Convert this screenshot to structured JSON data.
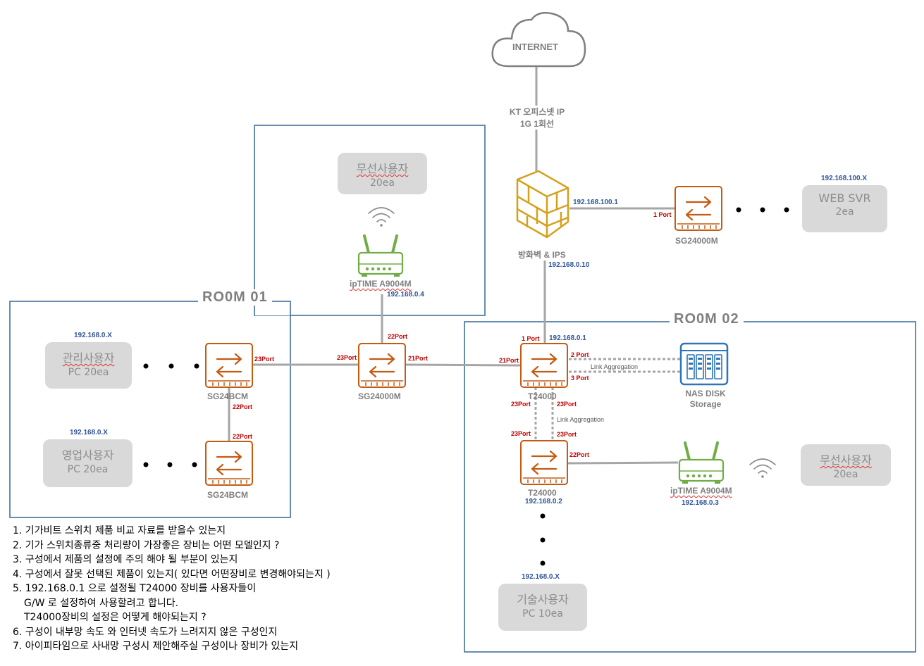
{
  "internet": {
    "label": "INTERNET",
    "isp_line1": "KT 오피스넷 IP",
    "isp_line2": "1G 1회선"
  },
  "firewall": {
    "label": "방화벽 & IPS",
    "ip_dmz": "192.168.100.1",
    "ip_lan": "192.168.0.10"
  },
  "rooms": {
    "room1": "RO0M 01",
    "room2": "RO0M 02"
  },
  "dmz": {
    "switch_label": "SG24000M",
    "port": "1 Port",
    "server": {
      "subnet": "192.168.100.X",
      "name": "WEB SVR",
      "count": "2ea"
    }
  },
  "wifi_room1": {
    "users": {
      "name": "무선사용자",
      "count": "20ea"
    },
    "ap_label": "ipTIME A9004M",
    "ap_ip": "192.168.0.4"
  },
  "room1": {
    "mgmt": {
      "subnet": "192.168.0.X",
      "name": "관리사용자",
      "count": "PC 20ea"
    },
    "sales": {
      "subnet": "192.168.0.X",
      "name": "영업사용자",
      "count": "PC 20ea"
    },
    "switch_a_label": "SG24BCM",
    "switch_b_label": "SG24BCM",
    "port_a_23": "23Port",
    "port_a_22": "22Port",
    "port_b_22": "22Port"
  },
  "core": {
    "label": "SG24000M",
    "port_22": "22Port",
    "port_23": "23Port",
    "port_21": "21Port"
  },
  "room2": {
    "t1": {
      "label": "T24000",
      "ip": "192.168.0.1",
      "port_1": "1 Port",
      "port_21": "21Port",
      "port_2": "2 Port",
      "port_3": "3 Port",
      "port_23a": "23Port",
      "port_23b": "23Port"
    },
    "t2": {
      "label": "T24000",
      "ip": "192.168.0.2",
      "port_23a": "23Port",
      "port_23b": "23Port",
      "port_22": "22Port"
    },
    "link_agg_1": "Link Aggregation",
    "link_agg_2": "Link Aggregation",
    "nas": {
      "line1": "NAS DISK",
      "line2": "Storage"
    },
    "ap": {
      "label": "ipTIME A9004M",
      "ip": "192.168.0.3"
    },
    "wireless_users": {
      "name": "무선사용자",
      "count": "20ea"
    },
    "tech_users": {
      "subnet": "192.168.0.X",
      "name": "기술사용자",
      "count": "PC 10ea"
    }
  },
  "questions": [
    "1.  기가비트 스위치 제품 비교 자료를 받을수 있는지",
    "2.  기가 스위치종류중 처리량이 가장좋은 장비는 어떤 모델인지 ?",
    "3.  구성에서 제품의 설정에 주의 해야 될 부분이 있는지",
    "4.  구성에서 잘못 선택된 제품이 있는지( 있다면 어떤장비로 변경해야되는지 )",
    "5.  192.168.0.1 으로 설정될  T24000 장비를 사용자들이",
    "G/W 로 설정하여  사용할려고 합니다.",
    "T24000장비의 설정은 어떻게 해야되는지 ?",
    "6.  구성이 내부망 속도 와 인터넷 속도가 느려지지 않은 구성인지",
    "7.  아이피타임으로 사내망 구성시 제안해주실 구성이나 장비가 있는지"
  ],
  "colors": {
    "switch": "#c55a11",
    "router": "#70ad47",
    "firewall": "#d6a01e",
    "nas": "#2e75b6",
    "room_border": "#41719c"
  }
}
